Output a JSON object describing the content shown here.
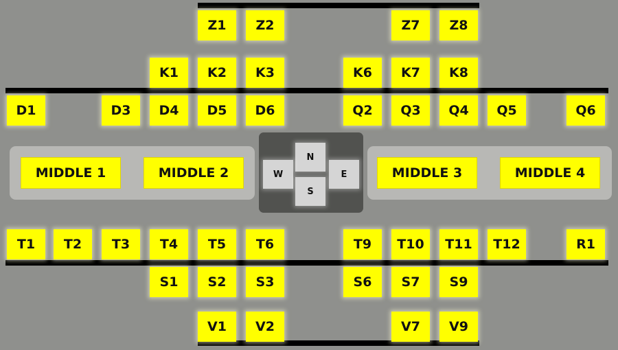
{
  "seats": {
    "Z1": "Z1",
    "Z2": "Z2",
    "Z7": "Z7",
    "Z8": "Z8",
    "K1": "K1",
    "K2": "K2",
    "K3": "K3",
    "K6": "K6",
    "K7": "K7",
    "K8": "K8",
    "D1": "D1",
    "D3": "D3",
    "D4": "D4",
    "D5": "D5",
    "D6": "D6",
    "Q2": "Q2",
    "Q3": "Q3",
    "Q4": "Q4",
    "Q5": "Q5",
    "Q6": "Q6",
    "T1": "T1",
    "T2": "T2",
    "T3": "T3",
    "T4": "T4",
    "T5": "T5",
    "T6": "T6",
    "T9": "T9",
    "T10": "T10",
    "T11": "T11",
    "T12": "T12",
    "R1": "R1",
    "S1": "S1",
    "S2": "S2",
    "S3": "S3",
    "S6": "S6",
    "S7": "S7",
    "S9": "S9",
    "V1": "V1",
    "V2": "V2",
    "V7": "V7",
    "V9": "V9"
  },
  "middle": {
    "m1": "MIDDLE 1",
    "m2": "MIDDLE 2",
    "m3": "MIDDLE 3",
    "m4": "MIDDLE 4"
  },
  "compass": {
    "n": "N",
    "w": "W",
    "e": "E",
    "s": "S"
  },
  "colors": {
    "background": "#8f908d",
    "seat": "#ffff00",
    "panel": "#b8b8b5",
    "compass_bg": "#51524f",
    "compass_button": "#d5d5d5",
    "bar": "#000000"
  }
}
